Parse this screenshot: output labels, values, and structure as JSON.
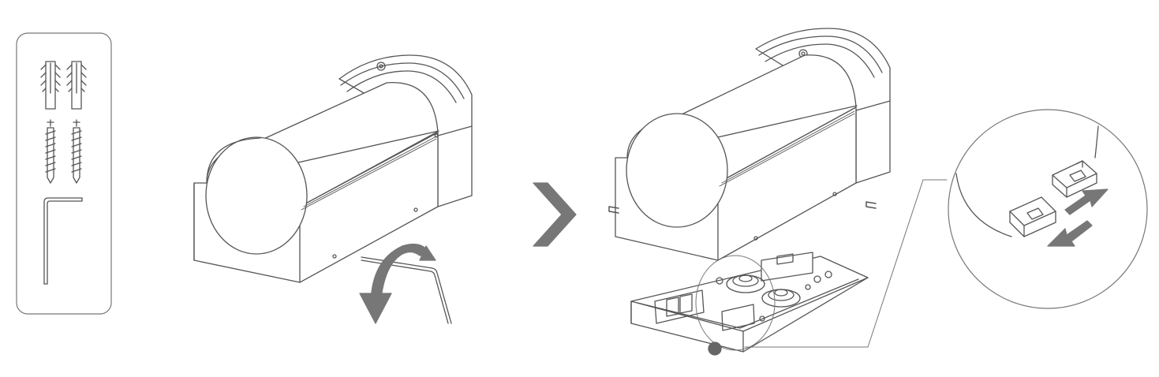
{
  "figure": {
    "kind": "assembly-instructions",
    "steps": [
      {
        "id": "parts",
        "items": [
          "wall-plug",
          "wall-plug",
          "screw",
          "screw",
          "allen-key"
        ]
      },
      {
        "id": "loosen-base",
        "items": [
          "light-fixture",
          "allen-key",
          "rotate-arrow-icon"
        ]
      },
      {
        "id": "open-base",
        "items": [
          "light-fixture",
          "base-plate",
          "connector-detail"
        ]
      }
    ],
    "icons": [
      "wall-plug-icon",
      "screw-icon",
      "allen-key-icon",
      "rotate-arrow-icon",
      "next-step-chevron-icon",
      "double-arrow-icon"
    ],
    "colors": {
      "line": "#555555",
      "fill": "#ffffff",
      "arrow": "#777777",
      "chevron": "#777777",
      "dot": "#666666"
    }
  }
}
